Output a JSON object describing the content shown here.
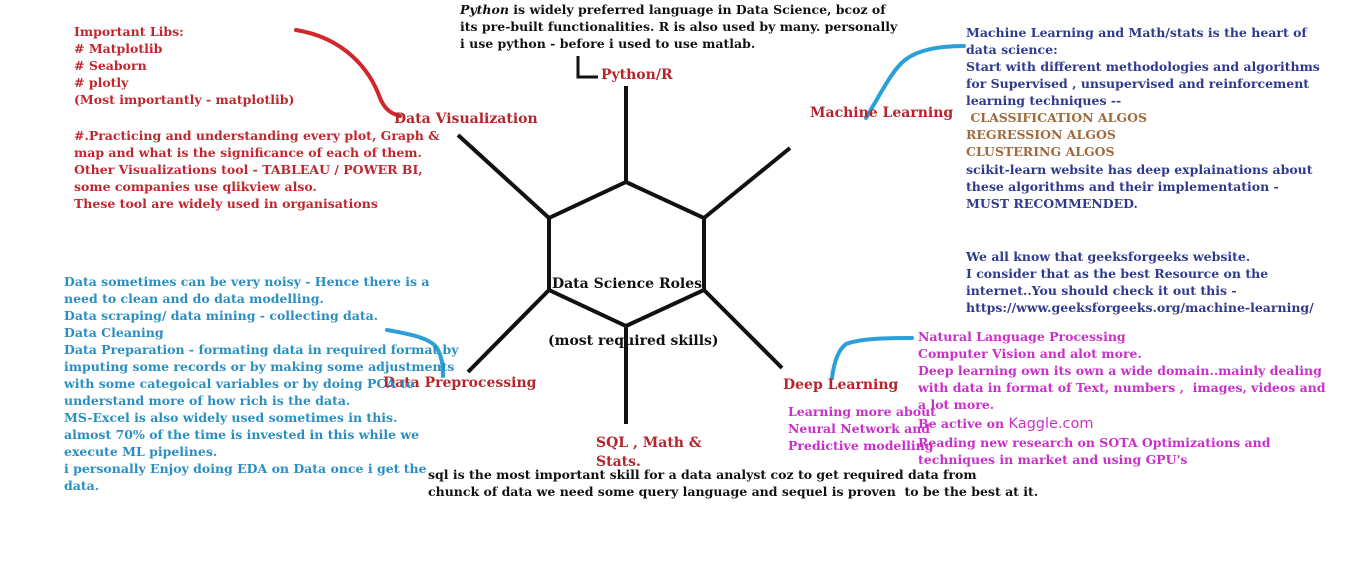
{
  "center": {
    "line1": "Data Science Roles",
    "line2": "(most required skills)"
  },
  "branches": {
    "python_r": "Python/R",
    "machine_learning": "Machine Learning",
    "deep_learning": "Deep Learning",
    "sql": "SQL , Math &\nStats.",
    "data_preprocessing": "Data Preprocessing",
    "data_visualization": "Data Visualization"
  },
  "notes": {
    "python": {
      "italic_word": "Python",
      "text": " is widely preferred language in Data Science, bcoz of\nits pre-built functionalities. R is also used by many. personally\ni use python - before i used to use matlab."
    },
    "visualization": {
      "libs": "Important Libs:\n# Matplotlib\n# Seaborn\n# plotly\n(Most importantly - matplotlib)",
      "practice": "#.Practicing and understanding every plot, Graph &\nmap and what is the significance of each of them.\nOther Visualizations tool - TABLEAU / POWER BI,\nsome companies use qlikview also.\nThese tool are widely used in organisations"
    },
    "machine_learning": {
      "intro": "Machine Learning and Math/stats is the heart of\ndata science:\nStart with different methodologies and algorithms\nfor Supervised , unsupervised and reinforcement\nlearning techniques --",
      "algos": " CLASSIFICATION ALGOS\nREGRESSION ALGOS\nCLUSTERING ALGOS",
      "sklearn": "scikit-learn website has deep explainations about\nthese algorithms and their implementation -\nMUST RECOMMENDED.",
      "gfg": "We all know that geeksforgeeks website.\nI consider that as the best Resource on the\ninternet..You should check it out this -\nhttps://www.geeksforgeeks.org/machine-learning/"
    },
    "preprocessing": "Data sometimes can be very noisy - Hence there is a\nneed to clean and do data modelling.\nData scraping/ data mining - collecting data.\nData Cleaning\nData Preparation - formating data in required format by\nimputing some records or by making some adjustments\nwith some categoical variables or by doing PCA to\nunderstand more of how rich is the data.\nMS-Excel is also widely used sometimes in this.\nalmost 70% of the time is invested in this while we\nexecute ML pipelines.\ni personally Enjoy doing EDA on Data once i get the\ndata.",
    "deep_learning": {
      "main": "Natural Language Processing\nComputer Vision and alot more.\nDeep learning own its own a wide domain..mainly dealing\nwith data in format of Text, numbers ,  images, videos and\na lot more.",
      "kaggle_prefix": "Be active on ",
      "kaggle": "Kaggle.com",
      "research": "Reading new research on SOTA Optimizations and\ntechniques in market and using GPU's",
      "more": "Learning more about\nNeural Network and\nPredictive modelling"
    },
    "sql": {
      "line1": "sql is the most important skill for a data analyst coz to get required data from",
      "line2": "chunck of data we need some query language and sequel is proven  to be the best at it."
    }
  },
  "colors": {
    "red": "#c0262e",
    "navy": "#2f3a8c",
    "brown": "#a06a3e",
    "teal": "#2a8fc0",
    "magenta": "#c92fc9",
    "line": "#111111",
    "accent_red_curve": "#d1262b",
    "accent_blue_curve": "#2a9fd8"
  }
}
